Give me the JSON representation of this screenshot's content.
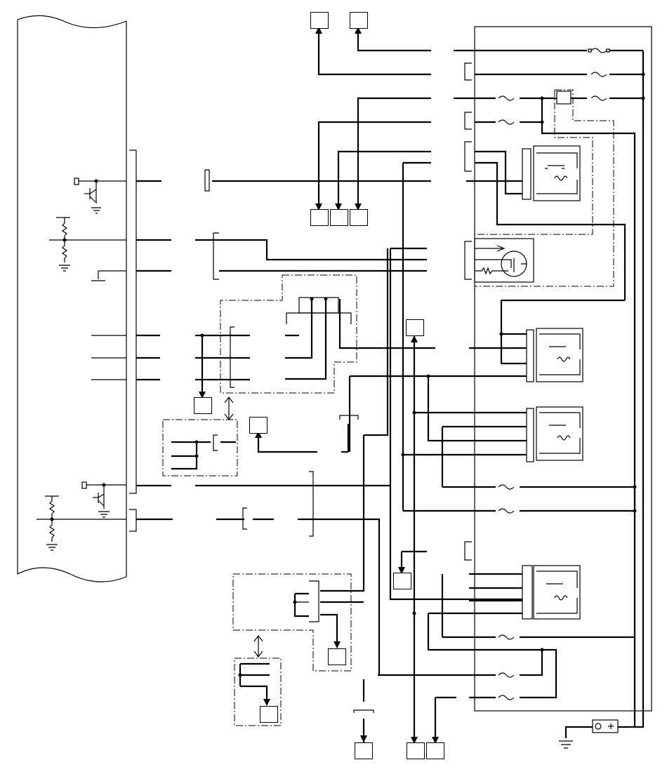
{
  "diagram": {
    "kind": "wiring-schematic",
    "labels_visible": false,
    "components": [
      "control-module",
      "fuse-relay-box",
      "relay-1",
      "relay-2",
      "relay-3",
      "relay-4",
      "mosfet-module",
      "ground-terminal",
      "battery"
    ],
    "terminals_count": 14
  }
}
